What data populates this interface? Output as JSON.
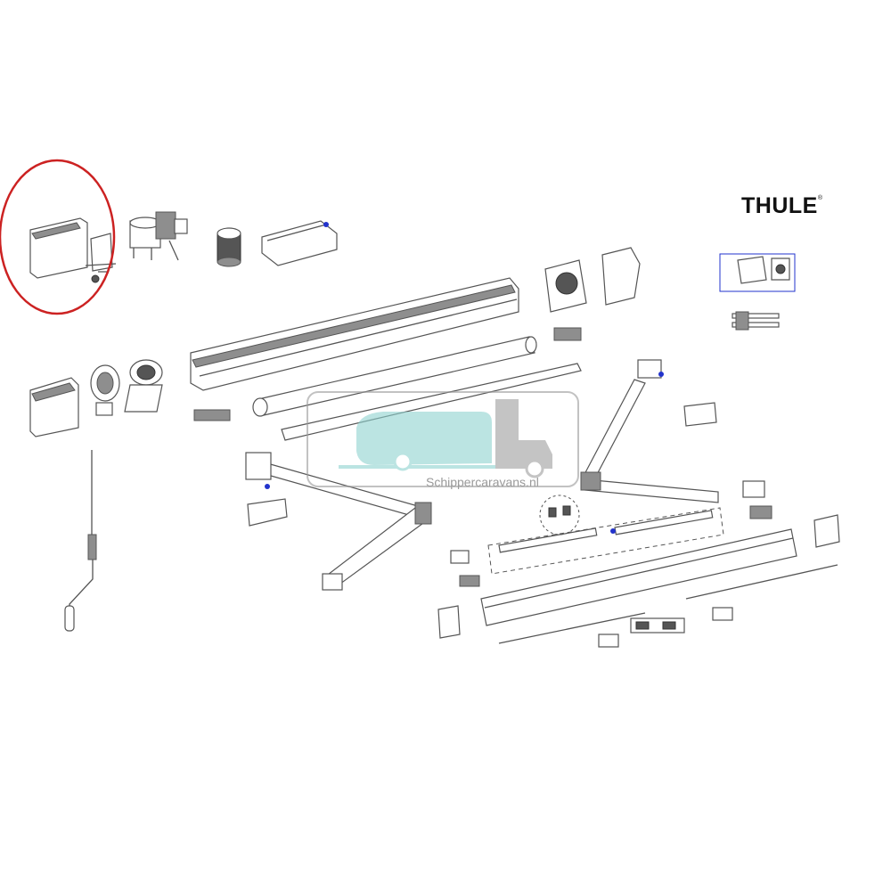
{
  "brand": {
    "name": "THULE",
    "mark": "®",
    "logo_color": "#111111"
  },
  "watermark": {
    "text": "Schippercaravans.nl",
    "van_color": "#8fd3cf",
    "truck_color": "#9e9e9e"
  },
  "highlight": {
    "color": "#cc2222",
    "target_part": "end-cap-cover"
  },
  "colors": {
    "outline": "#555555",
    "pivot": "#2233cc"
  }
}
